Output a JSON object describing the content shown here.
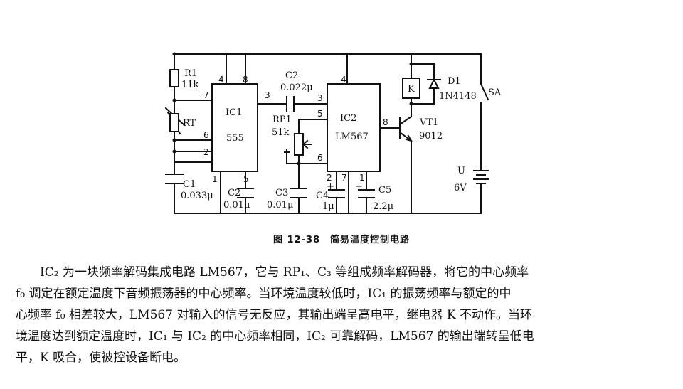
{
  "circuit": {
    "ic1": {
      "name": "IC1",
      "type": "555",
      "pins": [
        "4",
        "8",
        "7",
        "3",
        "6",
        "2",
        "1",
        "5"
      ]
    },
    "ic2": {
      "name": "IC2",
      "type": "LM567",
      "pins": [
        "4",
        "3",
        "5",
        "6",
        "8",
        "2",
        "7",
        "1"
      ]
    },
    "r1": {
      "ref": "R1",
      "value": "11k"
    },
    "rt": {
      "ref": "RT"
    },
    "c1": {
      "ref": "C1",
      "value": "0.033μ"
    },
    "c2_top": {
      "ref": "C2",
      "value": "0.022μ"
    },
    "c2_bottom": {
      "ref": "C2",
      "value": "0.01μ"
    },
    "c3": {
      "ref": "C3",
      "value": "0.01μ"
    },
    "c4": {
      "ref": "C4",
      "value": "1μ"
    },
    "c5": {
      "ref": "C5",
      "value": "2.2μ"
    },
    "rp1": {
      "ref": "RP1",
      "value": "51k"
    },
    "k": {
      "ref": "K"
    },
    "d1": {
      "ref": "D1",
      "value": "1N4148"
    },
    "vt1": {
      "ref": "VT1",
      "value": "9012"
    },
    "sa": {
      "ref": "SA"
    },
    "battery": {
      "ref": "U",
      "value": "6V"
    },
    "polarity_plus": "+"
  },
  "caption": "图 12-38　简易温度控制电路",
  "description": [
    "　　IC₂ 为一块频率解码集成电路 LM567，它与 RP₁、C₃ 等组成频率解码器，将它的中心频率",
    "f₀ 调定在额定温度下音频振荡器的中心频率。当环境温度较低时，IC₁ 的振荡频率与额定的中",
    "心频率 f₀ 相差较大，LM567 对输入的信号无反应，其输出端呈高电平，继电器 K 不动作。当环",
    "境温度达到额定温度时，IC₁ 与 IC₂ 的中心频率相同，IC₂ 可靠解码，LM567 的输出端转呈低电",
    "平，K 吸合，使被控设备断电。"
  ]
}
